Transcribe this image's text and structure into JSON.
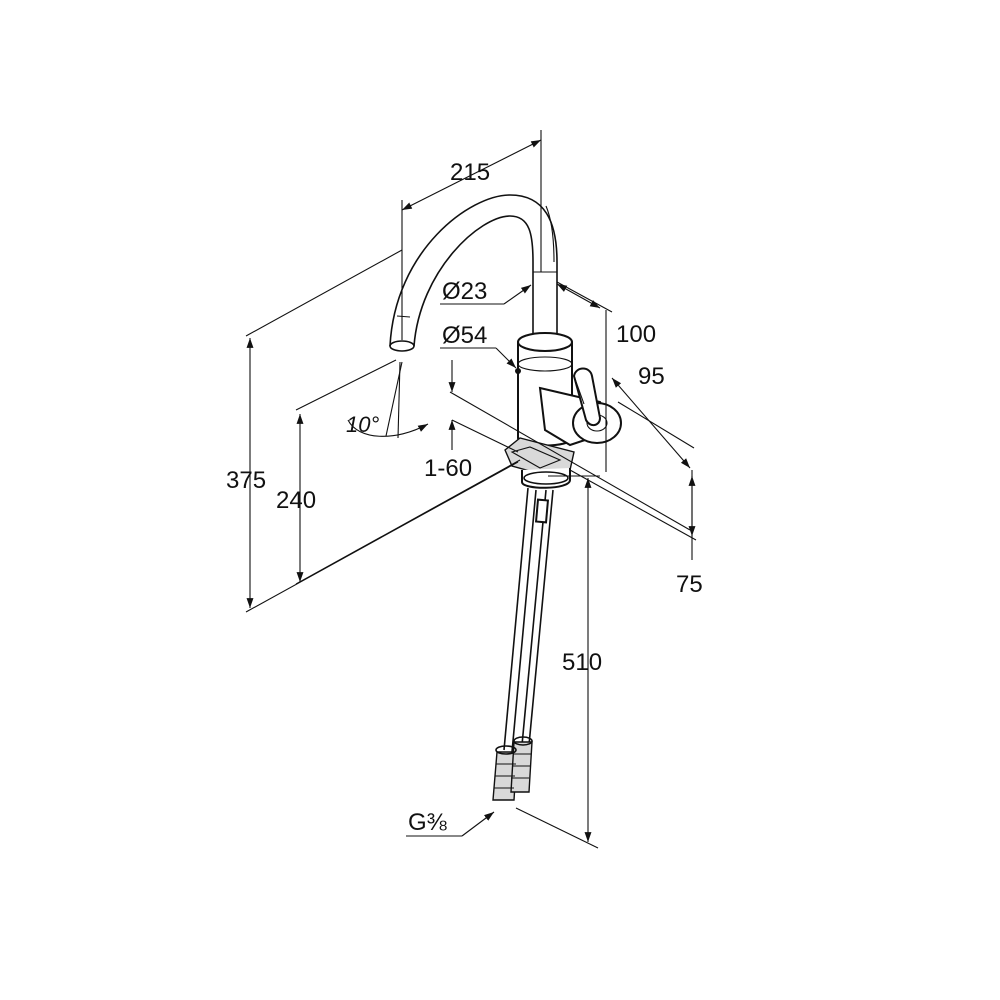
{
  "drawing": {
    "dimensions": {
      "spout_reach": "215",
      "spout_diameter": "Ø23",
      "body_diameter": "Ø54",
      "depth_100": "100",
      "depth_95": "95",
      "spout_angle": "10°",
      "total_height": "375",
      "outlet_height": "240",
      "counter_thickness": "1-60",
      "base_depth": "75",
      "hose_length": "510",
      "thread": "G⅜"
    }
  }
}
